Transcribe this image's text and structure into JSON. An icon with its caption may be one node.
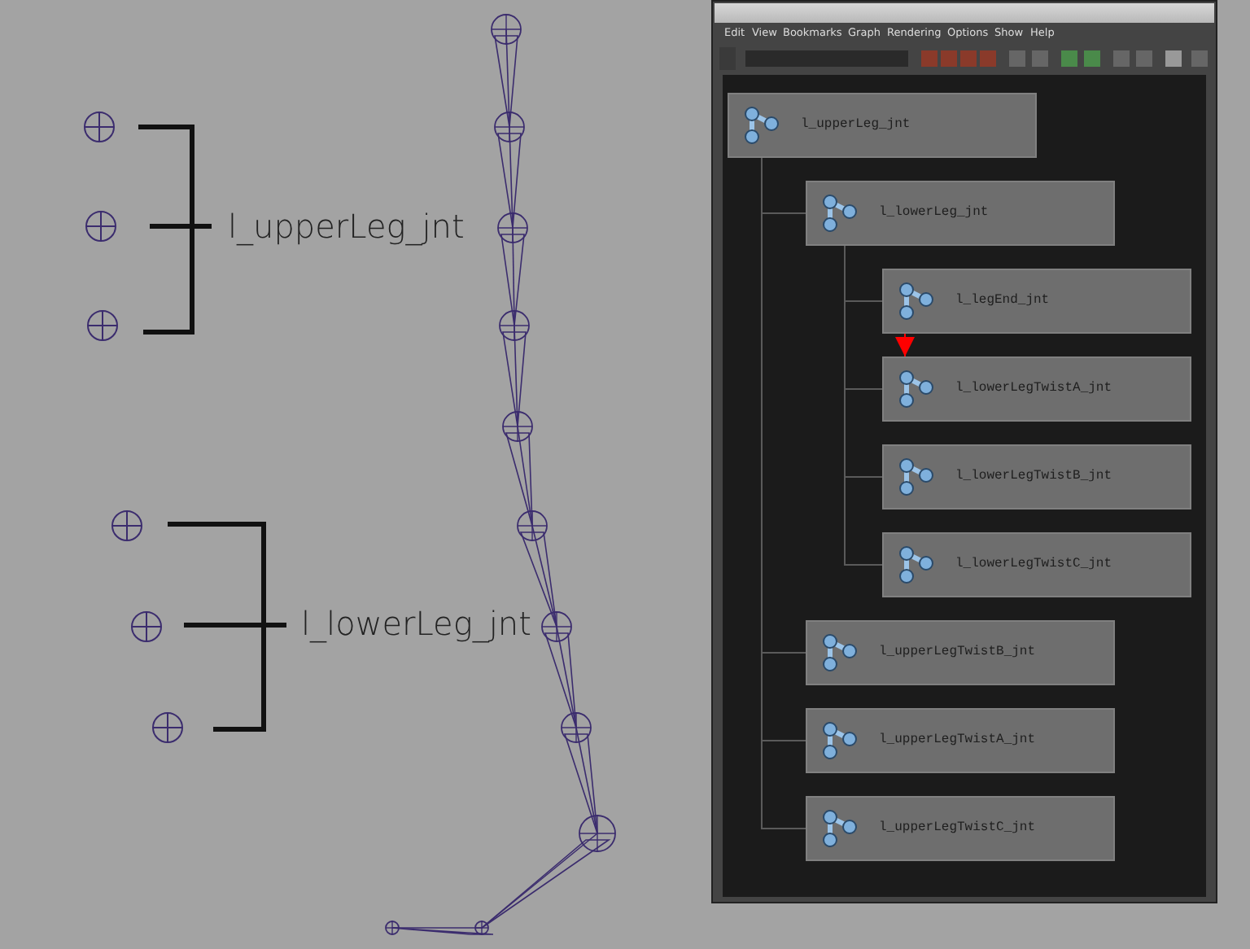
{
  "diagram": {
    "nodes": [
      {
        "text": [
          "l_upperLeg_jnt"
        ]
      },
      {
        "text": [
          "l_lowerLeg_jnt"
        ]
      },
      {
        "text": [
          "l_legEnd_jnt"
        ]
      },
      {
        "text": [
          "l_lowerLegTwistA_jnt"
        ]
      },
      {
        "text": [
          "l_lowerLegTwistB_jnt"
        ]
      },
      {
        "text": [
          "l_lowerLegTwistC_jnt"
        ]
      },
      {
        "text": [
          "l_upperLegTwistB_jnt"
        ]
      },
      {
        "text": [
          "l_upperLegTwistA_jnt"
        ]
      },
      {
        "text": [
          "l_upperLegTwistC_jnt"
        ]
      }
    ],
    "edges": [
      {
        "from": 0,
        "to": 1,
        "arrow": "none"
      },
      {
        "from": 1,
        "to": 2,
        "arrow": "none"
      },
      {
        "from": 1,
        "to": 3,
        "arrow": "none"
      },
      {
        "from": 1,
        "to": 4,
        "arrow": "none"
      },
      {
        "from": 1,
        "to": 5,
        "arrow": "none"
      },
      {
        "from": 0,
        "to": 6,
        "arrow": "none"
      },
      {
        "from": 0,
        "to": 7,
        "arrow": "none"
      },
      {
        "from": 0,
        "to": 8,
        "arrow": "none"
      },
      {
        "from": 2,
        "to": 3,
        "arrow": "to",
        "color": "#ff0000"
      }
    ],
    "labels": [
      "l_upperLeg_jnt",
      "l_lowerLeg_jnt",
      "Edit",
      "View",
      "Bookmarks",
      "Graph",
      "Rendering",
      "Options",
      "Show",
      "Help"
    ]
  }
}
